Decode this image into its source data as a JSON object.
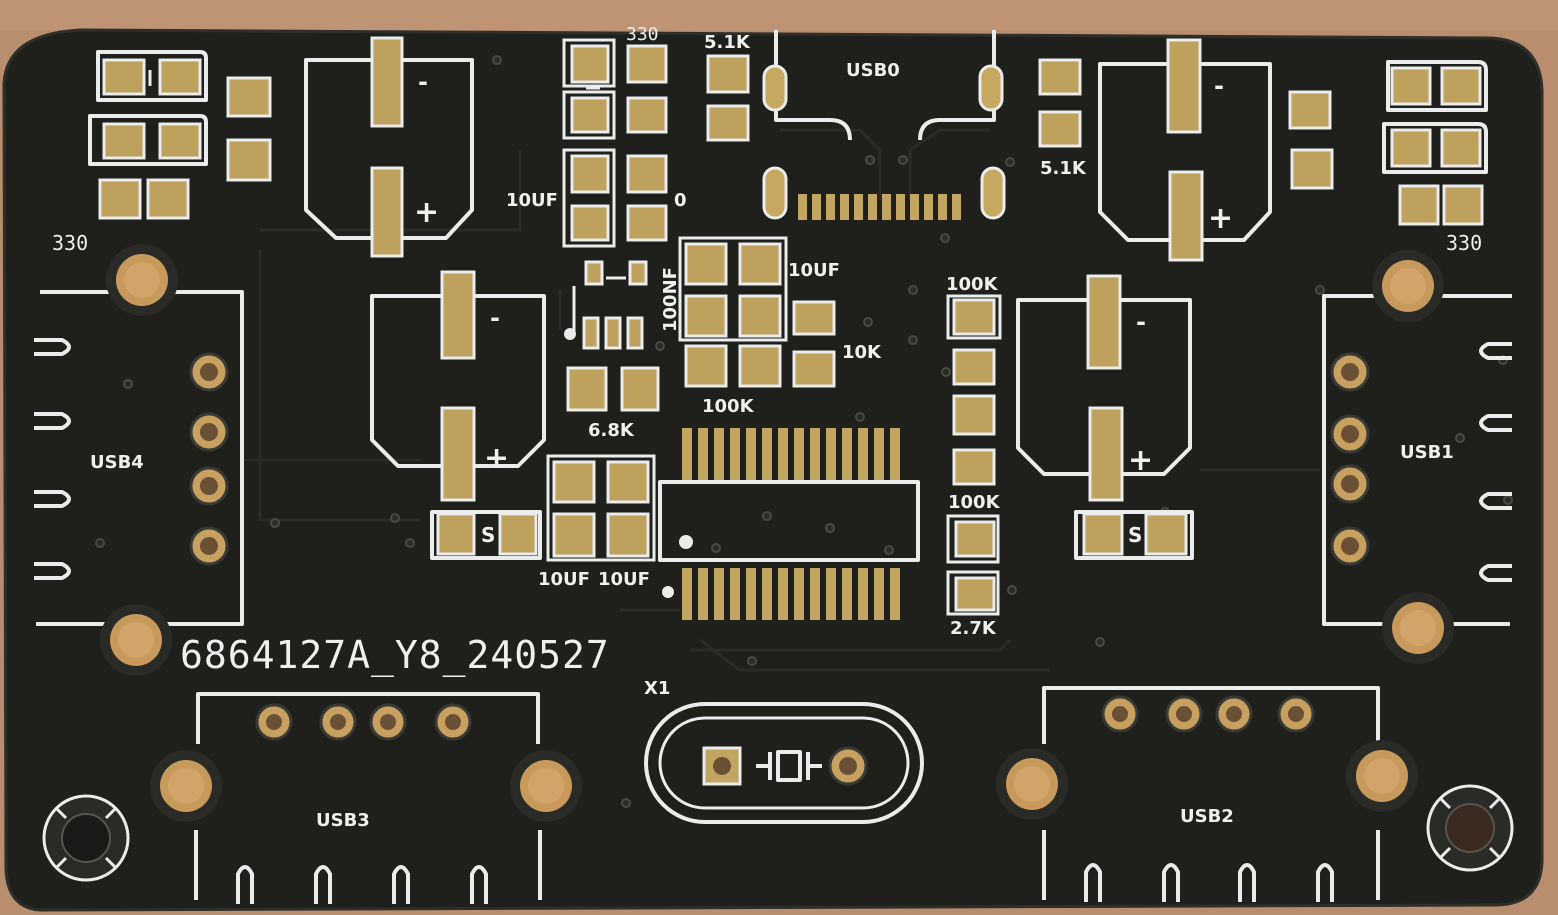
{
  "board": {
    "code": "6864127A_Y8_240527",
    "crystal_label": "X1",
    "ports": {
      "usb0": "USB0",
      "usb1": "USB1",
      "usb2": "USB2",
      "usb3": "USB3",
      "usb4": "USB4"
    },
    "resistors": {
      "r330_top": "330",
      "r330_left": "330",
      "r330_right": "330",
      "r5k1_left": "5.1K",
      "r5k1_right": "5.1K",
      "r0": "0",
      "r10k": "10K",
      "r100k_mid": "100K",
      "r6k8": "6.8K",
      "r100k_right_top": "100K",
      "r100k_right_bottom": "100K",
      "r2k7": "2.7K"
    },
    "capacitors": {
      "c10uf_left": "10UF",
      "c10uf_mid": "10UF",
      "c100nf": "100NF",
      "c10uf_bottom_a": "10UF",
      "c10uf_bottom_b": "10UF"
    },
    "polarity": {
      "plus": "+",
      "minus": "-",
      "s": "S"
    },
    "colors": {
      "mask": "#1f1f1c",
      "silkscreen": "#e9ecea",
      "copper": "#bfa15e",
      "background": "#b88e6e"
    }
  }
}
